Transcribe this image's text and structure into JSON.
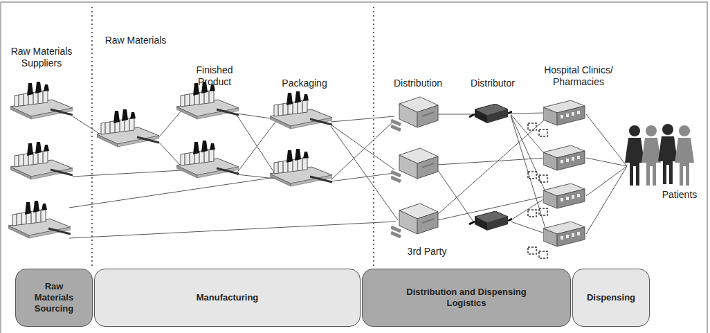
{
  "diagram": {
    "nodes": [
      {
        "text": [
          "Raw Materials Sourcing"
        ]
      },
      {
        "text": [
          "Manufacturing"
        ]
      },
      {
        "text": [
          "Distribution and Dispensing Logistics"
        ]
      },
      {
        "text": [
          "Dispensing"
        ]
      }
    ],
    "labels": [
      "Raw Materials Suppliers",
      "Raw Materials",
      "Finished Product",
      "Packaging",
      "Distribution",
      "Distributor",
      "Hospital Clinics/ Pharmacies",
      "Patients",
      "3rd Party"
    ]
  }
}
